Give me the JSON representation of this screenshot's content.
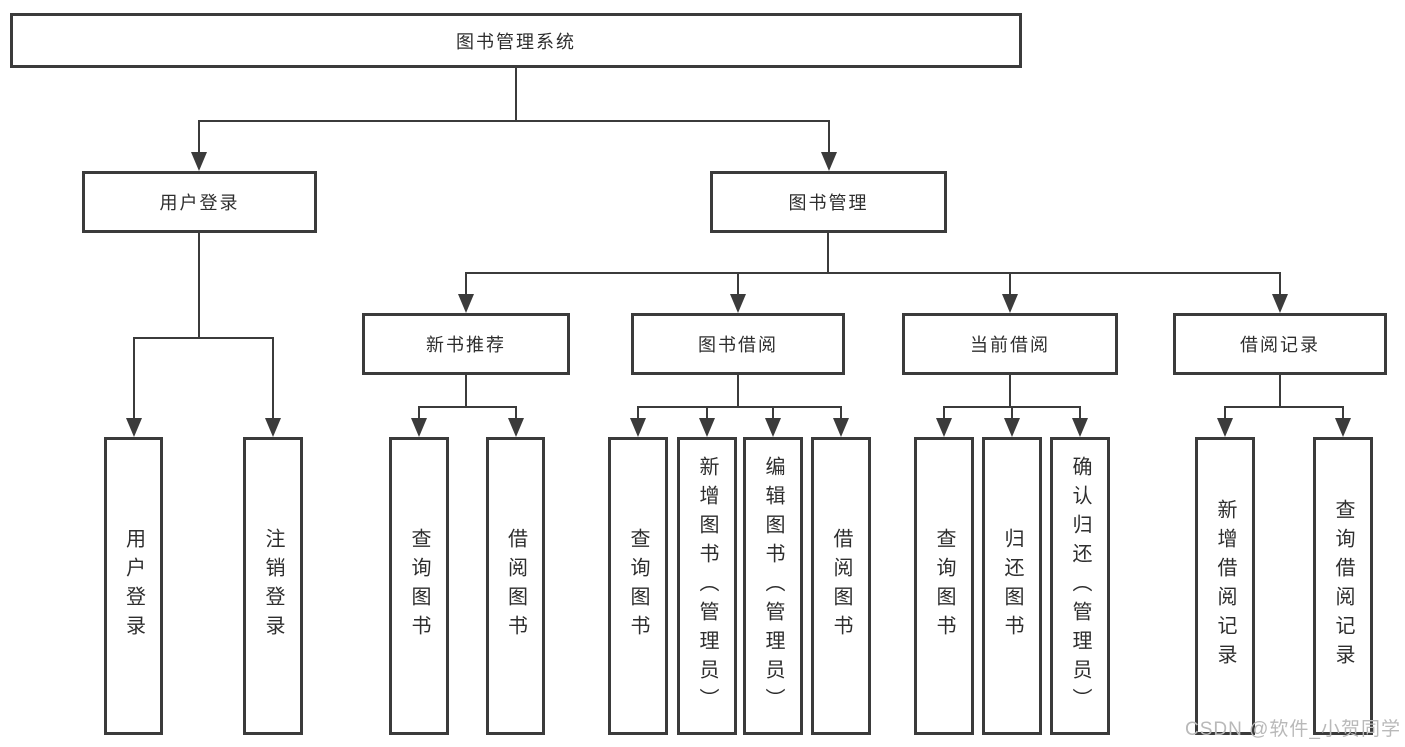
{
  "colors": {
    "line": "#3b3b3b",
    "text": "#2e2e2e",
    "background": "#ffffff",
    "watermark": "#b9b9b9"
  },
  "diagram": {
    "root": {
      "label": "图书管理系统"
    },
    "level2": [
      {
        "id": "user-login",
        "label": "用户登录"
      },
      {
        "id": "book-management",
        "label": "图书管理"
      }
    ],
    "level3": [
      {
        "id": "new-book-recommend",
        "label": "新书推荐"
      },
      {
        "id": "book-borrow",
        "label": "图书借阅"
      },
      {
        "id": "current-borrow",
        "label": "当前借阅"
      },
      {
        "id": "borrow-records",
        "label": "借阅记录"
      }
    ],
    "level4": {
      "user_login": [
        {
          "label": "用户登录"
        },
        {
          "label": "注销登录"
        }
      ],
      "new_book": [
        {
          "label": "查询图书"
        },
        {
          "label": "借阅图书"
        }
      ],
      "book_borrow": [
        {
          "label": "查询图书"
        },
        {
          "label": "新增图书（管理员）"
        },
        {
          "label": "编辑图书（管理员）"
        },
        {
          "label": "借阅图书"
        }
      ],
      "current_borrow": [
        {
          "label": "查询图书"
        },
        {
          "label": "归还图书"
        },
        {
          "label": "确认归还（管理员）"
        }
      ],
      "borrow_records": [
        {
          "label": "新增借阅记录"
        },
        {
          "label": "查询借阅记录"
        }
      ]
    }
  },
  "watermark": {
    "text": "CSDN @软件_小贺同学"
  }
}
